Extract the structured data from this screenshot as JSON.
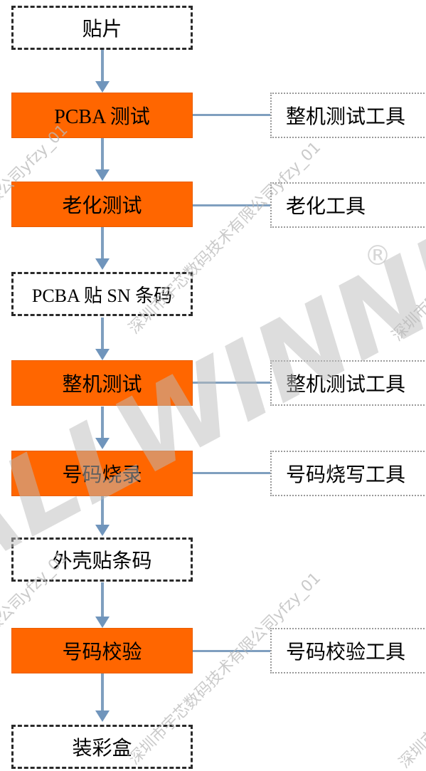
{
  "flow": {
    "steps": [
      {
        "id": "smt",
        "label": "贴片",
        "style": "dashed"
      },
      {
        "id": "pcba-test",
        "label": "PCBA 测试",
        "style": "orange"
      },
      {
        "id": "aging-test",
        "label": "老化测试",
        "style": "orange"
      },
      {
        "id": "pcba-sn",
        "label": "PCBA 贴 SN 条码",
        "style": "dashed"
      },
      {
        "id": "system-test",
        "label": "整机测试",
        "style": "orange"
      },
      {
        "id": "number-burn",
        "label": "号码烧录",
        "style": "orange"
      },
      {
        "id": "case-barcode",
        "label": "外壳贴条码",
        "style": "dashed"
      },
      {
        "id": "number-verify",
        "label": "号码校验",
        "style": "orange"
      },
      {
        "id": "packing",
        "label": "装彩盒",
        "style": "dashed"
      }
    ],
    "tools": [
      {
        "step": "pcba-test",
        "label": "整机测试工具"
      },
      {
        "step": "aging-test",
        "label": "老化工具"
      },
      {
        "step": "system-test",
        "label": "整机测试工具"
      },
      {
        "step": "number-burn",
        "label": "号码烧写工具"
      },
      {
        "step": "number-verify",
        "label": "号码校验工具"
      }
    ]
  },
  "colors": {
    "process_fill": "#ff6600",
    "connector": "#7f9fbf",
    "dashed_border": "#2a2a2a",
    "tool_border": "#9a9a9a"
  },
  "watermark": {
    "brand": "ALLWINNER",
    "registered": "®",
    "text_a": "深圳市宇芯数码技术有限公司yfzy_01",
    "text_b": "限公司yfzy_01"
  }
}
